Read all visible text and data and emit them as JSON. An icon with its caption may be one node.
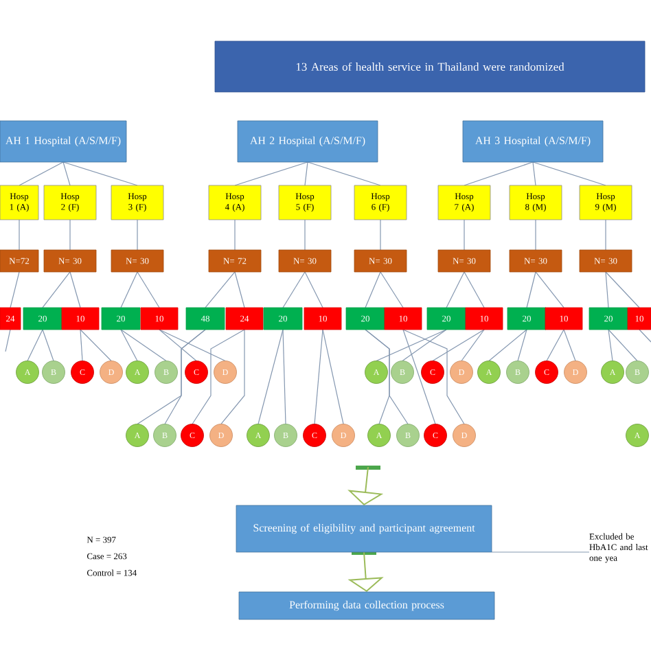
{
  "diagram": {
    "nodes": [
      {
        "text": [
          "13 Areas of health service in Thailand were randomized"
        ]
      },
      {
        "text": [
          "AH 1 Hospital (A/S/M/F)"
        ]
      },
      {
        "text": [
          "AH 2 Hospital (A/S/M/F)"
        ]
      },
      {
        "text": [
          "AH 3 Hospital (A/S/M/F)"
        ]
      },
      {
        "text": [
          "Hosp 1 (A)"
        ]
      },
      {
        "text": [
          "Hosp 2 (F)"
        ]
      },
      {
        "text": [
          "Hosp 3 (F)"
        ]
      },
      {
        "text": [
          "Hosp 4 (A)"
        ]
      },
      {
        "text": [
          "Hosp 5 (F)"
        ]
      },
      {
        "text": [
          "Hosp 6 (F)"
        ]
      },
      {
        "text": [
          "Hosp 7 (A)"
        ]
      },
      {
        "text": [
          "Hosp 8 (M)"
        ]
      },
      {
        "text": [
          "Hosp 9 (M)"
        ]
      },
      {
        "text": [
          "N=72"
        ]
      },
      {
        "text": [
          "N= 30"
        ]
      },
      {
        "text": [
          "N= 30"
        ]
      },
      {
        "text": [
          "N= 72"
        ]
      },
      {
        "text": [
          "N= 30"
        ]
      },
      {
        "text": [
          "N= 30"
        ]
      },
      {
        "text": [
          "N= 30"
        ]
      },
      {
        "text": [
          "N= 30"
        ]
      },
      {
        "text": [
          "N= 30"
        ]
      },
      {
        "text": [
          "24"
        ]
      },
      {
        "text": [
          "20"
        ]
      },
      {
        "text": [
          "10"
        ]
      },
      {
        "text": [
          "20"
        ]
      },
      {
        "text": [
          "10"
        ]
      },
      {
        "text": [
          "48"
        ]
      },
      {
        "text": [
          "24"
        ]
      },
      {
        "text": [
          "20"
        ]
      },
      {
        "text": [
          "10"
        ]
      },
      {
        "text": [
          "20"
        ]
      },
      {
        "text": [
          "10"
        ]
      },
      {
        "text": [
          "20"
        ]
      },
      {
        "text": [
          "10"
        ]
      },
      {
        "text": [
          "20"
        ]
      },
      {
        "text": [
          "10"
        ]
      },
      {
        "text": [
          "20"
        ]
      },
      {
        "text": [
          "10"
        ]
      },
      {
        "text": [
          "A"
        ]
      },
      {
        "text": [
          "B"
        ]
      },
      {
        "text": [
          "C"
        ]
      },
      {
        "text": [
          "D"
        ]
      },
      {
        "text": [
          "A"
        ]
      },
      {
        "text": [
          "B"
        ]
      },
      {
        "text": [
          "C"
        ]
      },
      {
        "text": [
          "D"
        ]
      },
      {
        "text": [
          "A"
        ]
      },
      {
        "text": [
          "B"
        ]
      },
      {
        "text": [
          "C"
        ]
      },
      {
        "text": [
          "D"
        ]
      },
      {
        "text": [
          "A"
        ]
      },
      {
        "text": [
          "B"
        ]
      },
      {
        "text": [
          "C"
        ]
      },
      {
        "text": [
          "D"
        ]
      },
      {
        "text": [
          "A"
        ]
      },
      {
        "text": [
          "B"
        ]
      },
      {
        "text": [
          "A"
        ]
      },
      {
        "text": [
          "B"
        ]
      },
      {
        "text": [
          "C"
        ]
      },
      {
        "text": [
          "D"
        ]
      },
      {
        "text": [
          "A"
        ]
      },
      {
        "text": [
          "B"
        ]
      },
      {
        "text": [
          "C"
        ]
      },
      {
        "text": [
          "D"
        ]
      },
      {
        "text": [
          "A"
        ]
      },
      {
        "text": [
          "B"
        ]
      },
      {
        "text": [
          "C"
        ]
      },
      {
        "text": [
          "D"
        ]
      },
      {
        "text": [
          "A"
        ]
      },
      {
        "text": [
          "Screening of eligibility and participant agreement"
        ]
      },
      {
        "text": [
          "Performing data collection process"
        ]
      },
      {
        "text": [
          "Excluded be HbA1C and last one yea"
        ]
      }
    ],
    "edges": [
      {
        "from": 1,
        "to": 4,
        "arrow": "none"
      },
      {
        "from": 1,
        "to": 5,
        "arrow": "none"
      },
      {
        "from": 1,
        "to": 6,
        "arrow": "none"
      },
      {
        "from": 2,
        "to": 7,
        "arrow": "none"
      },
      {
        "from": 2,
        "to": 8,
        "arrow": "none"
      },
      {
        "from": 2,
        "to": 9,
        "arrow": "none"
      },
      {
        "from": 3,
        "to": 10,
        "arrow": "none"
      },
      {
        "from": 3,
        "to": 11,
        "arrow": "none"
      },
      {
        "from": 3,
        "to": 12,
        "arrow": "none"
      },
      {
        "from": 4,
        "to": 13,
        "arrow": "none"
      },
      {
        "from": 5,
        "to": 14,
        "arrow": "none"
      },
      {
        "from": 6,
        "to": 15,
        "arrow": "none"
      },
      {
        "from": 7,
        "to": 16,
        "arrow": "none"
      },
      {
        "from": 8,
        "to": 17,
        "arrow": "none"
      },
      {
        "from": 9,
        "to": 18,
        "arrow": "none"
      },
      {
        "from": 10,
        "to": 19,
        "arrow": "none"
      },
      {
        "from": 11,
        "to": 20,
        "arrow": "none"
      },
      {
        "from": 12,
        "to": 21,
        "arrow": "none"
      },
      {
        "from": 13,
        "to": 22,
        "arrow": "none"
      },
      {
        "from": 14,
        "to": 23,
        "arrow": "none"
      },
      {
        "from": 14,
        "to": 24,
        "arrow": "none"
      },
      {
        "from": 15,
        "to": 25,
        "arrow": "none"
      },
      {
        "from": 15,
        "to": 26,
        "arrow": "none"
      },
      {
        "from": 16,
        "to": 27,
        "arrow": "none"
      },
      {
        "from": 16,
        "to": 28,
        "arrow": "none"
      },
      {
        "from": 17,
        "to": 29,
        "arrow": "none"
      },
      {
        "from": 17,
        "to": 30,
        "arrow": "none"
      },
      {
        "from": 18,
        "to": 31,
        "arrow": "none"
      },
      {
        "from": 18,
        "to": 32,
        "arrow": "none"
      },
      {
        "from": 19,
        "to": 33,
        "arrow": "none"
      },
      {
        "from": 19,
        "to": 34,
        "arrow": "none"
      },
      {
        "from": 20,
        "to": 35,
        "arrow": "none"
      },
      {
        "from": 20,
        "to": 36,
        "arrow": "none"
      },
      {
        "from": 21,
        "to": 37,
        "arrow": "none"
      },
      {
        "from": 21,
        "to": 38,
        "arrow": "none"
      },
      {
        "from": 22,
        "to": null,
        "arrow": "none"
      },
      {
        "from": 23,
        "to": 39,
        "arrow": "none"
      },
      {
        "from": 23,
        "to": 40,
        "arrow": "none"
      },
      {
        "from": 24,
        "to": 41,
        "arrow": "none"
      },
      {
        "from": 24,
        "to": 42,
        "arrow": "none"
      },
      {
        "from": 25,
        "to": 43,
        "arrow": "none"
      },
      {
        "from": 25,
        "to": 44,
        "arrow": "none"
      },
      {
        "from": 26,
        "to": 45,
        "arrow": "none"
      },
      {
        "from": 26,
        "to": 46,
        "arrow": "none"
      },
      {
        "from": 27,
        "to": 57,
        "arrow": "none"
      },
      {
        "from": 27,
        "to": 58,
        "arrow": "none"
      },
      {
        "from": 28,
        "to": 59,
        "arrow": "none"
      },
      {
        "from": 28,
        "to": 60,
        "arrow": "none"
      },
      {
        "from": 29,
        "to": 61,
        "arrow": "none"
      },
      {
        "from": 29,
        "to": 62,
        "arrow": "none"
      },
      {
        "from": 30,
        "to": 63,
        "arrow": "none"
      },
      {
        "from": 30,
        "to": 64,
        "arrow": "none"
      },
      {
        "from": 31,
        "to": 65,
        "arrow": "none"
      },
      {
        "from": 31,
        "to": 66,
        "arrow": "none"
      },
      {
        "from": 32,
        "to": 67,
        "arrow": "none"
      },
      {
        "from": 32,
        "to": 68,
        "arrow": "none"
      },
      {
        "from": 33,
        "to": 47,
        "arrow": "none"
      },
      {
        "from": 33,
        "to": 48,
        "arrow": "none"
      },
      {
        "from": 34,
        "to": 49,
        "arrow": "none"
      },
      {
        "from": 34,
        "to": 50,
        "arrow": "none"
      },
      {
        "from": 35,
        "to": 51,
        "arrow": "none"
      },
      {
        "from": 35,
        "to": 52,
        "arrow": "none"
      },
      {
        "from": 36,
        "to": 53,
        "arrow": "none"
      },
      {
        "from": 36,
        "to": 54,
        "arrow": "none"
      },
      {
        "from": 37,
        "to": 55,
        "arrow": "none"
      },
      {
        "from": 37,
        "to": 56,
        "arrow": "none"
      },
      {
        "from": 38,
        "to": null,
        "arrow": "none"
      },
      {
        "from": null,
        "to": 70,
        "arrow": "to"
      },
      {
        "from": 70,
        "to": 71,
        "arrow": "to"
      },
      {
        "from": 70,
        "to": 72,
        "arrow": "none"
      }
    ],
    "labels": [
      "N = 397",
      "Case = 263",
      "Control = 134"
    ]
  }
}
